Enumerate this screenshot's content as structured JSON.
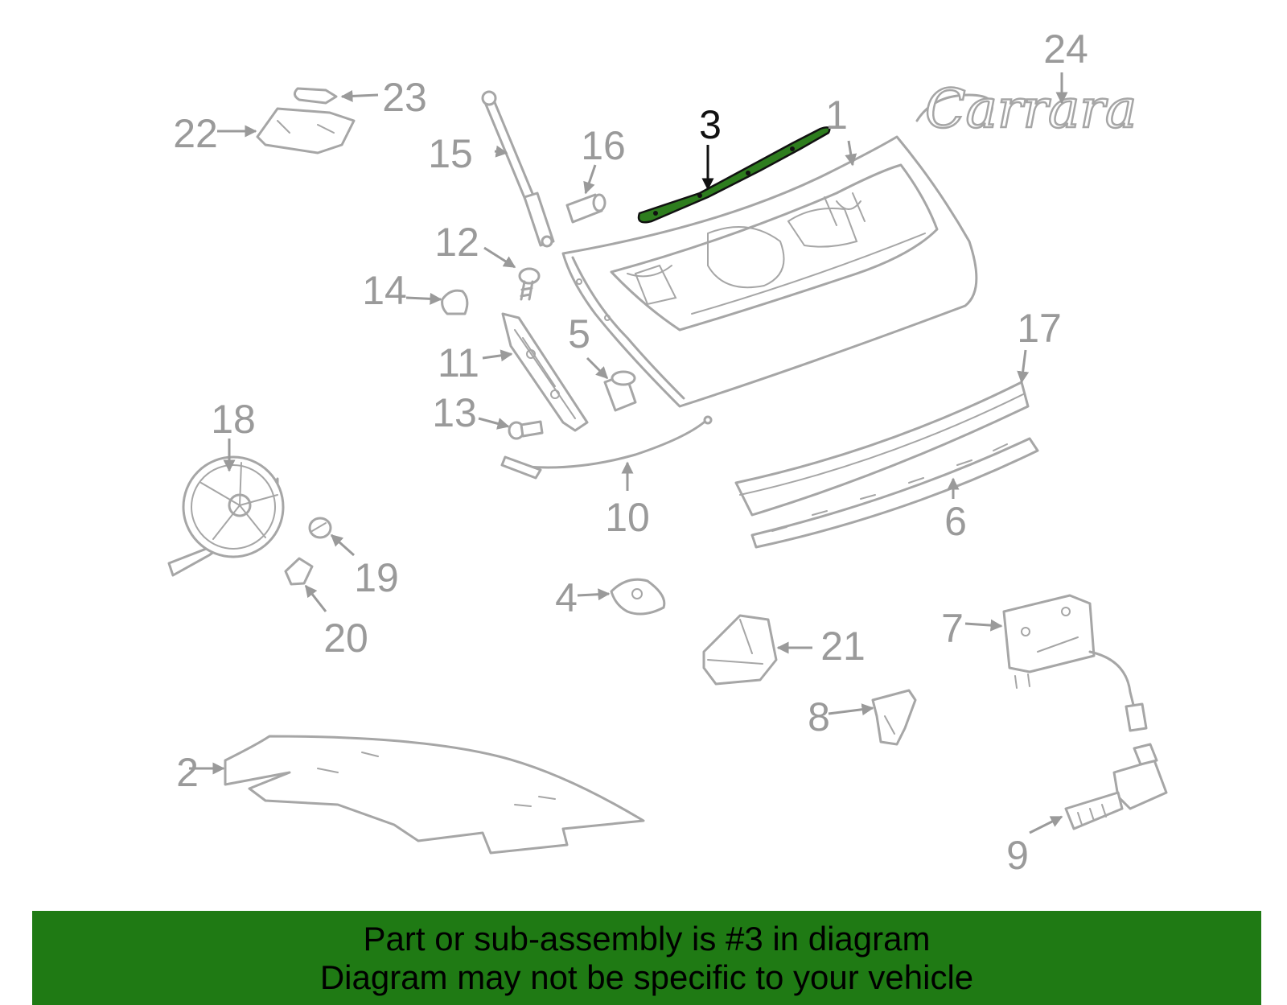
{
  "diagram": {
    "highlighted_part": "3",
    "logo_text": "Carrara",
    "callouts": [
      "1",
      "2",
      "3",
      "4",
      "5",
      "6",
      "7",
      "8",
      "9",
      "10",
      "11",
      "12",
      "13",
      "14",
      "15",
      "16",
      "17",
      "18",
      "19",
      "20",
      "21",
      "22",
      "23",
      "24"
    ]
  },
  "banner": {
    "line1": "Part or sub-assembly is #3 in diagram",
    "line2": "Diagram may not be specific to your vehicle",
    "background": "#1f7a14"
  },
  "colors": {
    "part_stroke": "#a6a6a6",
    "highlight_fill": "#2e7d1e",
    "highlight_label": "#111111"
  }
}
